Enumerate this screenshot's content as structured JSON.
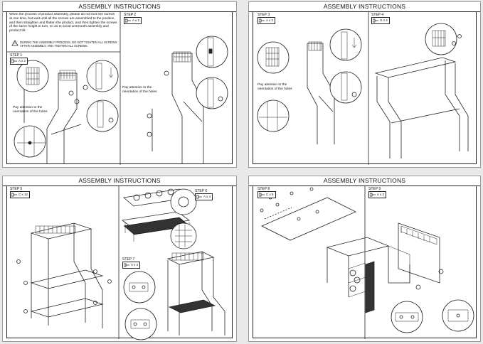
{
  "pages": [
    {
      "title": "ASSEMBLY INSTRUCTIONS",
      "intro": "When the process of product assembly, please do not lock the screws at one time, but wait until all the screws are assembled to the position, and then straighten and flatten the product, and then tighten the screws of the same height in turn, so as to avoid unsmooth assembly and product tilt.",
      "warning": "DURING THE ASSEMBLY PROCESS, DO NOT TIGHTEN ALL SCREWS AFTER ASSEMBLY, AND TIGHTEN ALL SCREWS.",
      "steps": [
        {
          "label": "STEP 1",
          "part": "A x 2"
        },
        {
          "label": "STEP 2",
          "part": "A x 2"
        }
      ],
      "captions": [
        "Pay attention to the orientation of the holes",
        "Pay attention to the orientation of the holes"
      ]
    },
    {
      "title": "ASSEMBLY INSTRUCTIONS",
      "steps": [
        {
          "label": "STEP 3",
          "part": "A x 2"
        },
        {
          "label": "STEP 4",
          "part": "G x 4"
        }
      ],
      "captions": [
        "Pay attention to the orientation of the holes"
      ]
    },
    {
      "title": "ASSEMBLY INSTRUCTIONS",
      "steps": [
        {
          "label": "STEP 5",
          "part": "C x 12"
        },
        {
          "label": "STEP 6",
          "part": "A x 4"
        },
        {
          "label": "STEP 7",
          "part": "A x 4"
        }
      ]
    },
    {
      "title": "ASSEMBLY INSTRUCTIONS",
      "steps": [
        {
          "label": "STEP 8",
          "part": "C x 5"
        },
        {
          "label": "STEP 9",
          "part": "A x 2"
        }
      ]
    }
  ],
  "icons": {
    "screw": "screw-icon",
    "warning": "warning-icon",
    "magnifier": "detail-callout"
  }
}
